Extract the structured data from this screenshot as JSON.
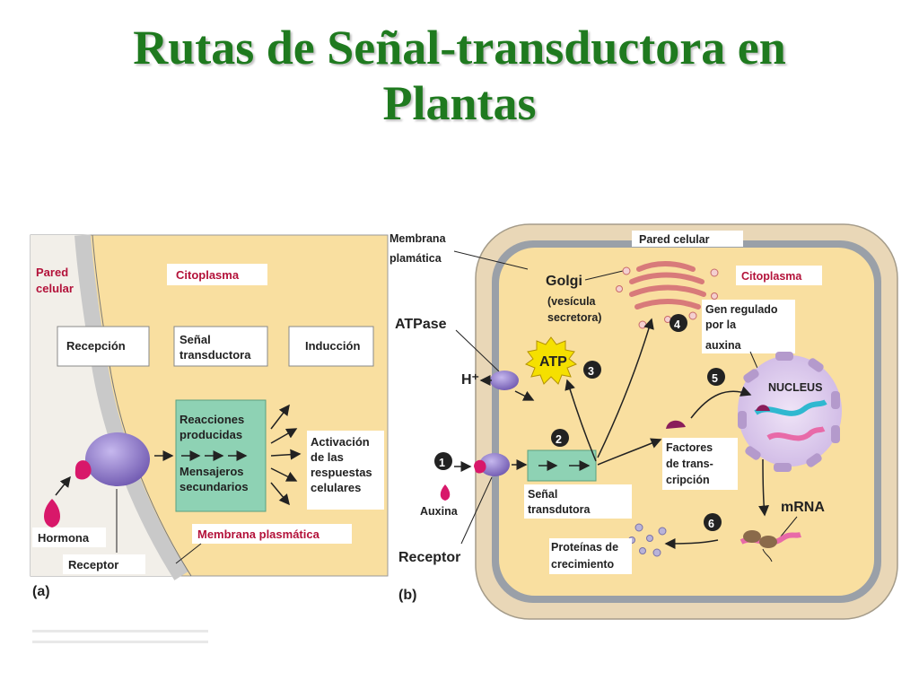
{
  "title": {
    "line1": "Rutas de Señal-transductora en",
    "line2": "Plantas"
  },
  "panel_a": {
    "pared": [
      "Pared",
      "celular"
    ],
    "citoplasma": "Citoplasma",
    "recepcion": "Recepción",
    "senal": [
      "Señal",
      "transductora"
    ],
    "induccion": "Inducción",
    "reacciones": [
      "Reacciones",
      "producidas"
    ],
    "mensajeros": [
      "Mensajeros",
      "secundarios"
    ],
    "activacion": [
      "Activación",
      "de las",
      "respuestas",
      "celulares"
    ],
    "hormona": "Hormona",
    "receptor": "Receptor",
    "membrana": "Membrana plasmática",
    "panel_label": "(a)"
  },
  "panel_b": {
    "membrana": [
      "Membrana",
      "plamática"
    ],
    "pared": "Pared celular",
    "golgi": "Golgi",
    "vesicula": [
      "(vesícula",
      "secretora)"
    ],
    "citoplasma": "Citoplasma",
    "gen": [
      "Gen regulado",
      "por la",
      "auxina"
    ],
    "atpase": "ATPase",
    "atp": "ATP",
    "h_plus": "H⁺",
    "nucleus": "NUCLEUS",
    "factores": [
      "Factores",
      "de trans-",
      "cripción"
    ],
    "senal": [
      "Señal",
      "transdutora"
    ],
    "auxina": "Auxina",
    "receptor": "Receptor",
    "mrna": "mRNA",
    "proteinas": [
      "Proteínas de",
      "crecimiento"
    ],
    "panel_label": "(b)",
    "steps": [
      "1",
      "2",
      "3",
      "4",
      "5",
      "6"
    ]
  },
  "colors": {
    "title": "#1f7a1f",
    "cytoplasm": "#f9dfa0",
    "cell_wall": "#c9c9c9",
    "receptor": "#8e78c8",
    "hormone": "#d8186a",
    "transduction_box": "#8ed2b4",
    "red_label": "#b3123a"
  }
}
